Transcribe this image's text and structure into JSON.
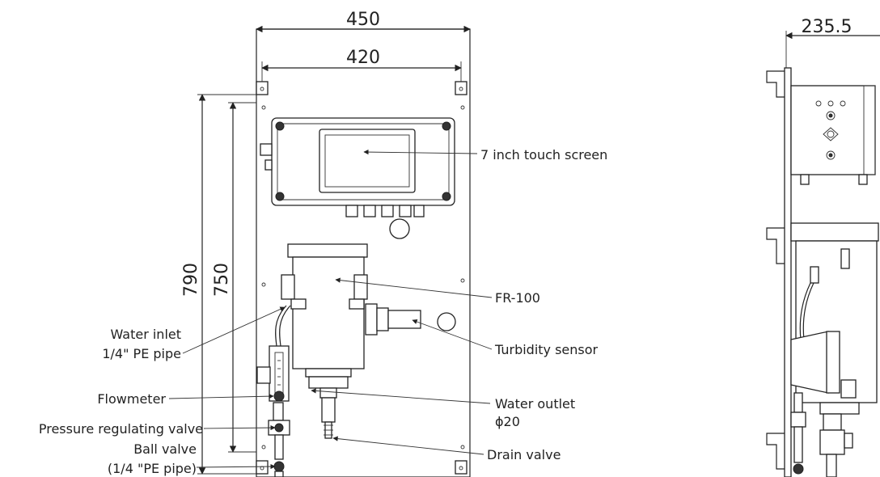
{
  "dimensions": {
    "width_outer": "450",
    "width_inner": "420",
    "height_outer": "790",
    "height_inner": "750",
    "side_depth": "235.5"
  },
  "callouts": {
    "touch_screen": "7 inch touch screen",
    "fr100": "FR-100",
    "turbidity_sensor": "Turbidity sensor",
    "water_outlet_line1": "Water outlet",
    "water_outlet_line2": "ϕ20",
    "drain_valve": "Drain valve",
    "water_inlet_line1": "Water inlet",
    "water_inlet_line2": "1/4\" PE pipe",
    "flowmeter": "Flowmeter",
    "pressure_valve": "Pressure regulating valve",
    "ball_valve_line1": "Ball valve",
    "ball_valve_line2": "(1/4 \"PE pipe)"
  }
}
